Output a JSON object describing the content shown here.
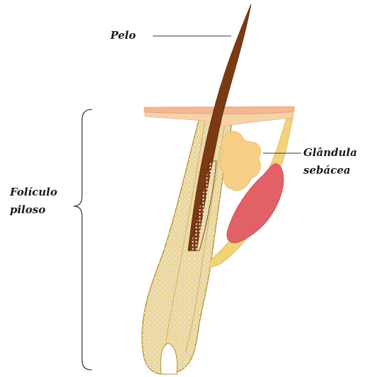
{
  "labels": {
    "hair": "Pelo",
    "follicle_line1": "Folículo",
    "follicle_line2": "piloso",
    "gland_line1": "Glândula",
    "gland_line2": "sebácea"
  },
  "colors": {
    "skin_top": "#f3b795",
    "skin_lower": "#f6d2a6",
    "follicle_fill": "#edd9a0",
    "follicle_outline": "#b7913c",
    "inner_cells": "#f8f0da",
    "hair_shaft": "#7b3a12",
    "gland_fill": "#f7cf86",
    "muscle_fill": "#e26166",
    "muscle_band": "#f1d47a",
    "leader_line": "#333333",
    "text": "#1a1a1a"
  }
}
